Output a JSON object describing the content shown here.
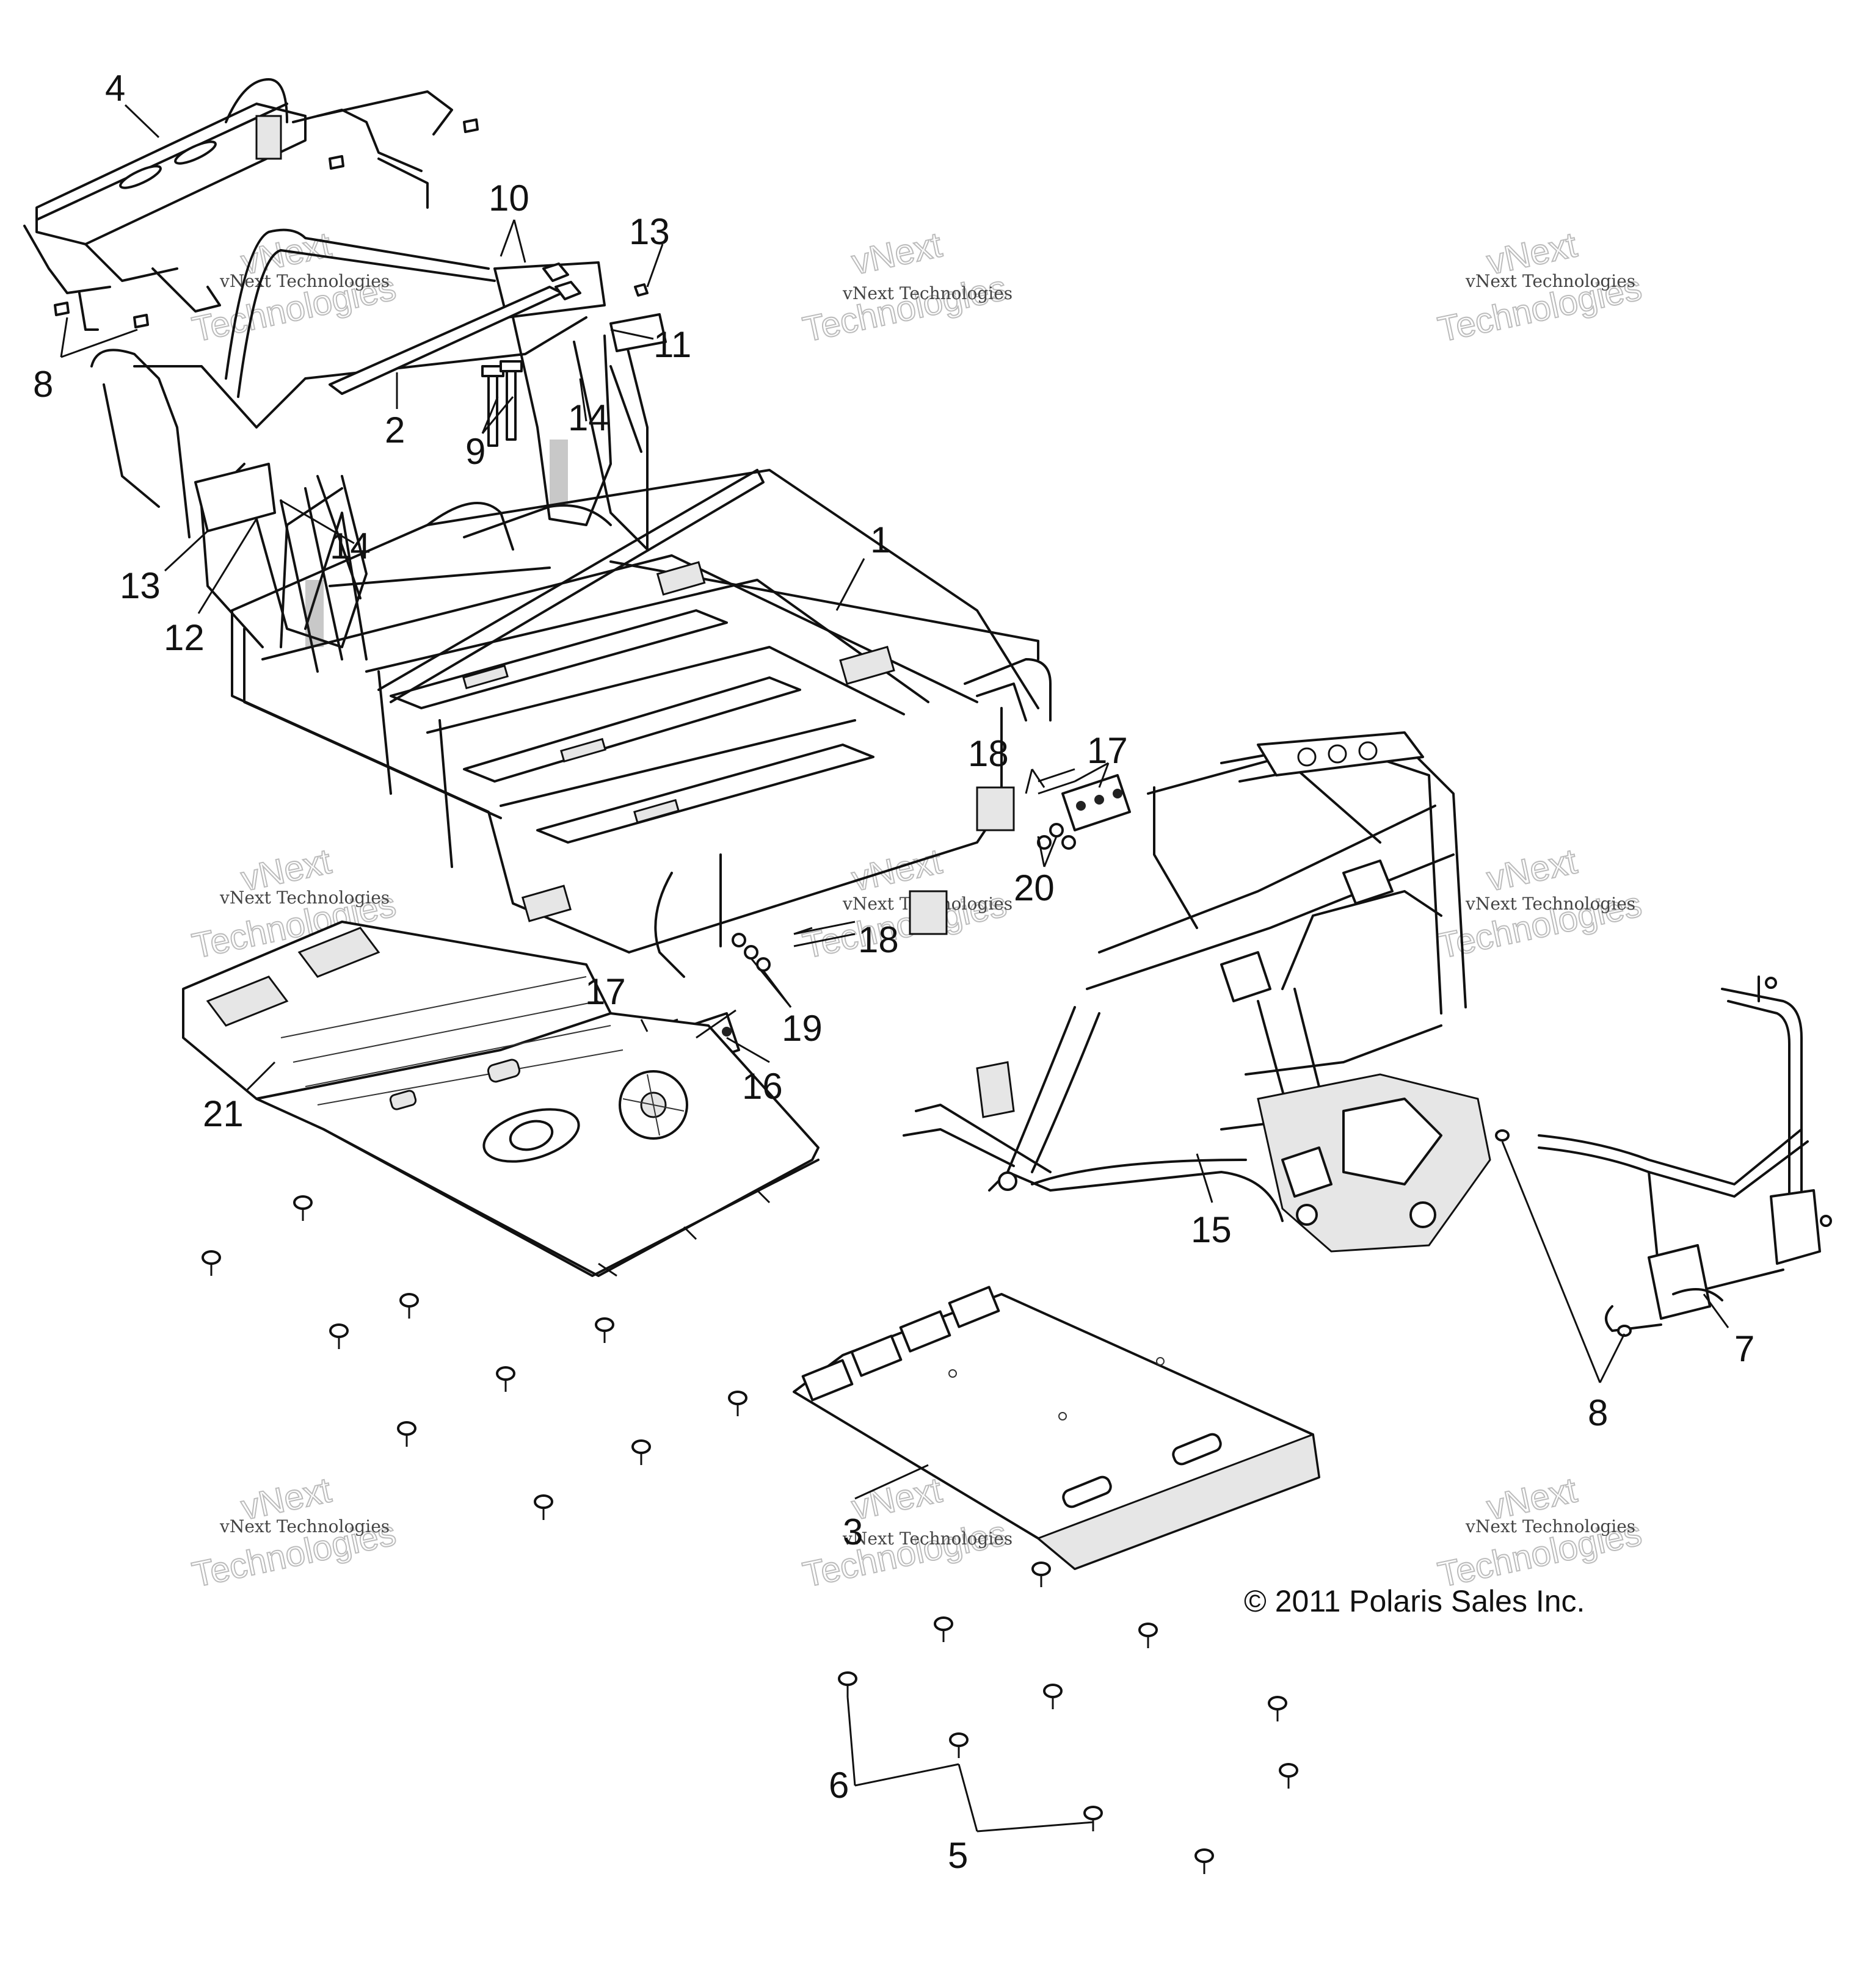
{
  "callouts": [
    "1",
    "2",
    "3",
    "4",
    "5",
    "6",
    "7",
    "8",
    "8",
    "9",
    "10",
    "11",
    "12",
    "13",
    "13",
    "14",
    "14",
    "15",
    "16",
    "17",
    "17",
    "18",
    "18",
    "19",
    "20",
    "21"
  ],
  "watermark": {
    "line1": "vNext Technologies",
    "line2": "vNext",
    "line3": "Technologies"
  },
  "copyright": "© 2011 Polaris Sales Inc."
}
